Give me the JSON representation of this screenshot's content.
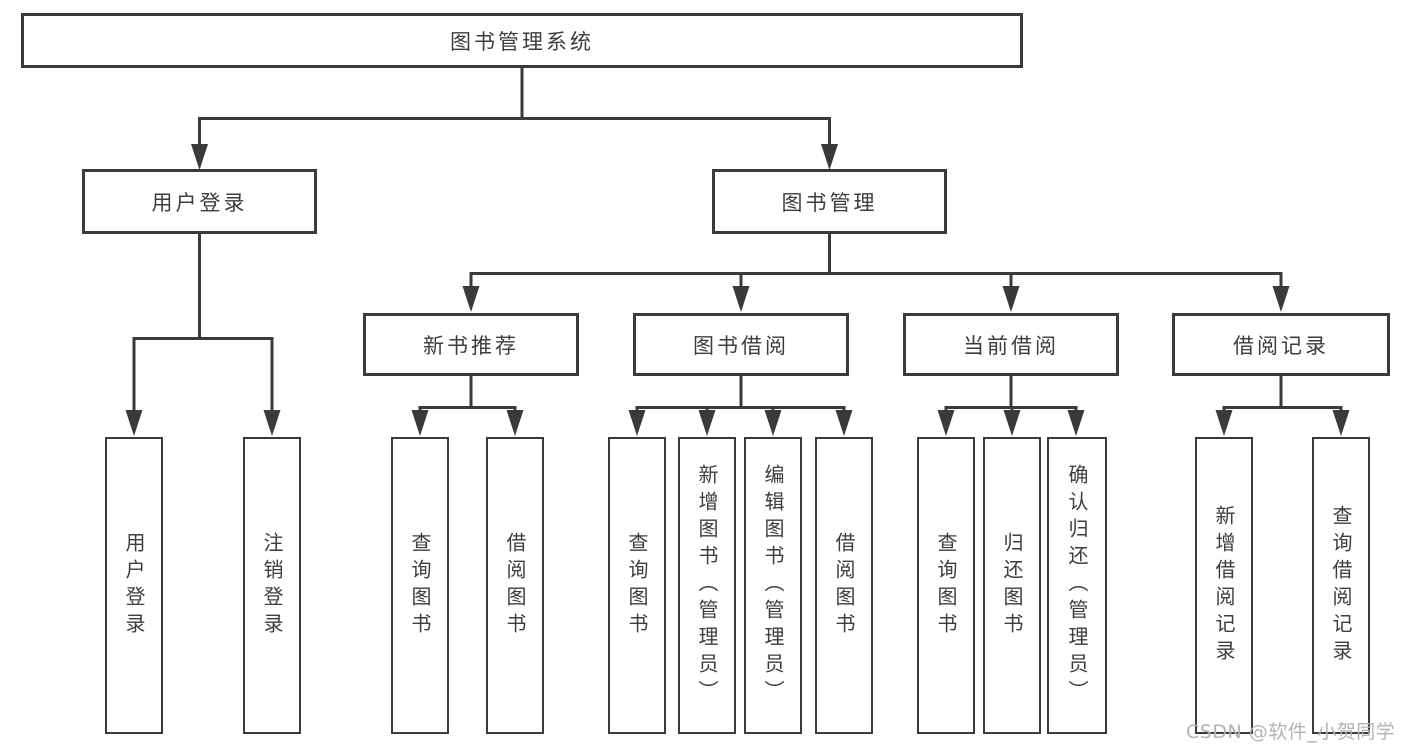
{
  "diagram": {
    "root": {
      "label": "图书管理系统"
    },
    "level2": [
      {
        "id": "login",
        "label": "用户登录"
      },
      {
        "id": "management",
        "label": "图书管理"
      }
    ],
    "level3": [
      {
        "id": "recommend",
        "label": "新书推荐"
      },
      {
        "id": "borrow",
        "label": "图书借阅"
      },
      {
        "id": "current",
        "label": "当前借阅"
      },
      {
        "id": "records",
        "label": "借阅记录"
      }
    ],
    "leaves": {
      "login": [
        "用户登录",
        "注销登录"
      ],
      "recommend": [
        "查询图书",
        "借阅图书"
      ],
      "borrow": [
        "查询图书",
        "新增图书（管理员）",
        "编辑图书（管理员）",
        "借阅图书"
      ],
      "current": [
        "查询图书",
        "归还图书",
        "确认归还（管理员）"
      ],
      "records": [
        "新增借阅记录",
        "查询借阅记录"
      ]
    }
  },
  "watermark": "CSDN @软件_小贺同学",
  "colors": {
    "line": "#3a3a3a",
    "text": "#3d3d3d",
    "watermark": "#b3b3b3",
    "background": "#ffffff"
  }
}
